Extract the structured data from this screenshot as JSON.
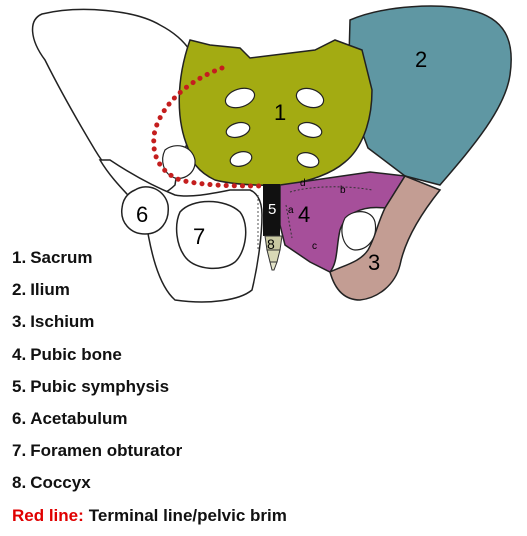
{
  "diagram": {
    "numbers": {
      "sacrum": "1",
      "ilium": "2",
      "ischium": "3",
      "pubic_bone": "4",
      "pubic_symphysis": "5",
      "acetabulum": "6",
      "foramen_obturator": "7",
      "coccyx": "8"
    },
    "small_letters": {
      "a": "a",
      "b": "b",
      "c": "c",
      "d": "d"
    },
    "colors": {
      "sacrum": "#a3ab12",
      "ilium": "#5f97a3",
      "ischium": "#c39d93",
      "pubic_bone": "#a64f9a",
      "pubic_symphysis": "#111111",
      "terminal_line": "#c41e1e",
      "coccyx": "#c9c9a2"
    }
  },
  "legend": {
    "items": [
      {
        "num": "1.",
        "label": "Sacrum"
      },
      {
        "num": "2.",
        "label": "Ilium"
      },
      {
        "num": "3.",
        "label": "Ischium"
      },
      {
        "num": "4.",
        "label": "Pubic bone"
      },
      {
        "num": "5.",
        "label": "Pubic symphysis"
      },
      {
        "num": "6.",
        "label": "Acetabulum"
      },
      {
        "num": "7.",
        "label": "Foramen obturator"
      },
      {
        "num": "8.",
        "label": "Coccyx"
      }
    ],
    "red_line_label": "Red line:",
    "red_line_text": "Terminal line/pelvic brim"
  }
}
